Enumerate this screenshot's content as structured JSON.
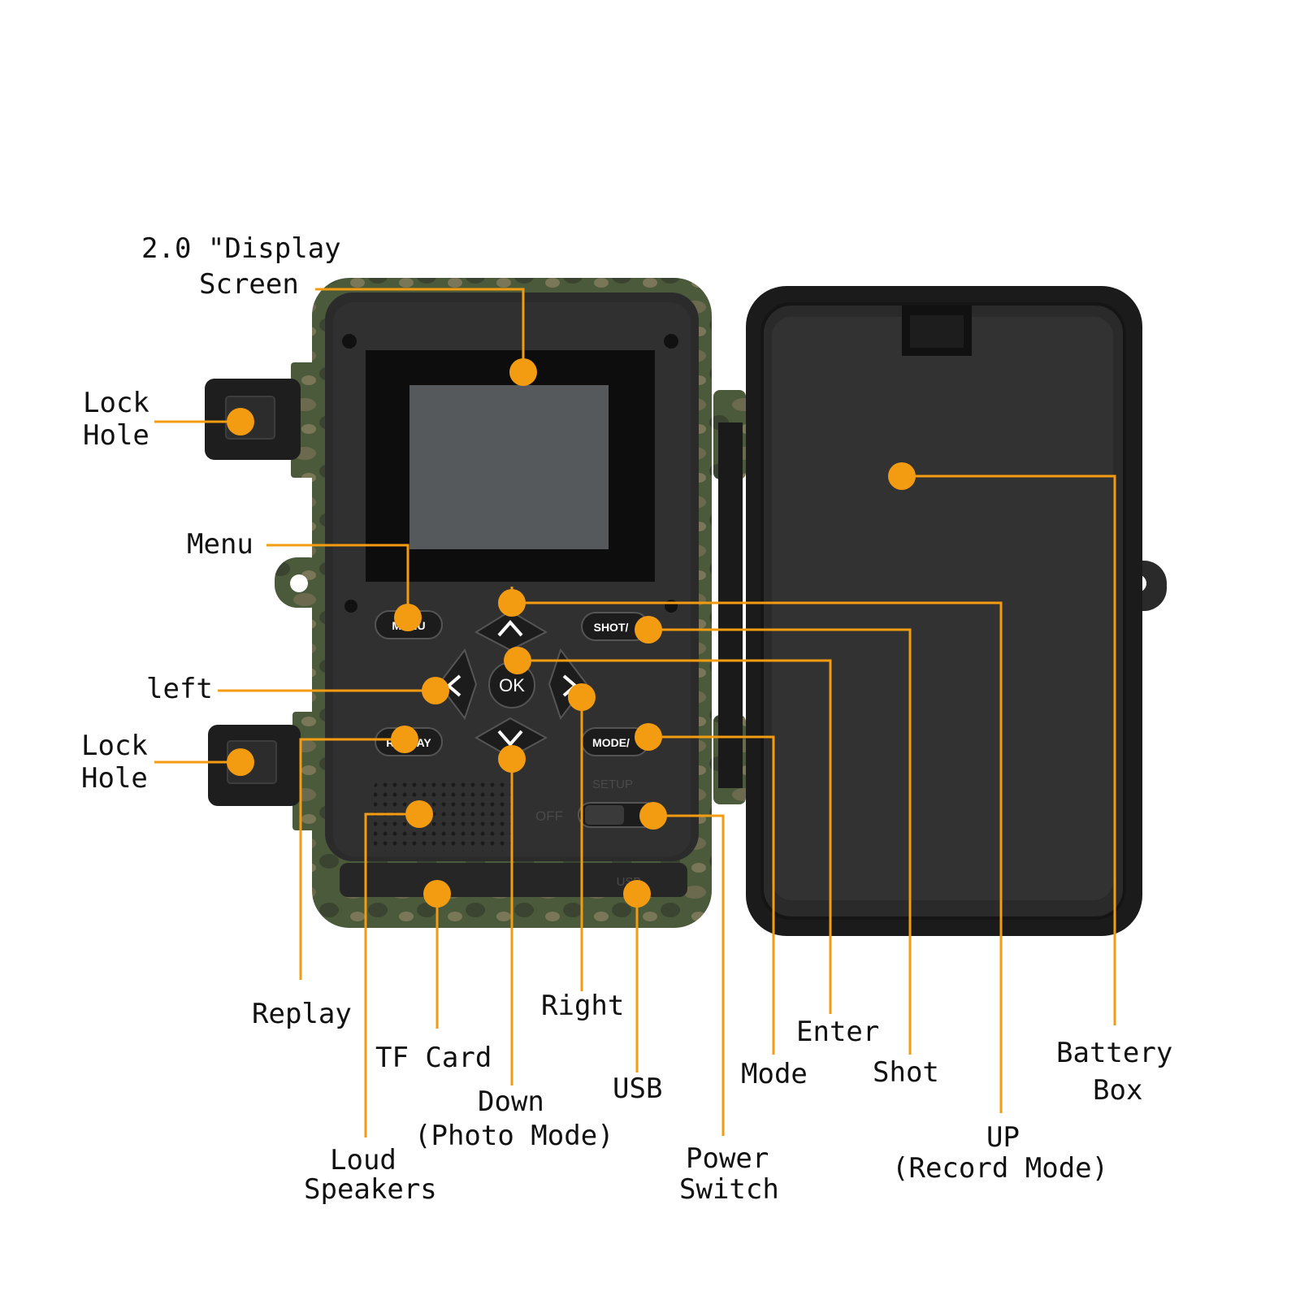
{
  "colors": {
    "callout": "#f39c12",
    "camo_green": "#4b5a3a",
    "body": "#2b2b2b",
    "screen_bezel": "#0d0d0d",
    "screen": "#55595c"
  },
  "device_buttons": {
    "menu": "MENU",
    "shot": "SHOT/",
    "replay": "REPLAY",
    "mode": "MODE/",
    "ok": "OK",
    "setup": "SETUP",
    "off": "OFF",
    "usb": "USB"
  },
  "labels": {
    "display_1": "2.0 \"Display",
    "display_2": "Screen",
    "lock_hole_top_1": "Lock",
    "lock_hole_top_2": "Hole",
    "menu": "Menu",
    "left": "left",
    "lock_hole_bottom_1": "Lock",
    "lock_hole_bottom_2": "Hole",
    "replay": "Replay",
    "tf_card": "TF Card",
    "right": "Right",
    "enter": "Enter",
    "battery_1": "Battery",
    "battery_2": "Box",
    "down_1": "Down",
    "down_2": "(Photo Mode)",
    "usb": "USB",
    "mode": "Mode",
    "shot": "Shot",
    "loud_1": "Loud",
    "loud_2": "Speakers",
    "power_1": "Power",
    "power_2": "Switch",
    "up_1": "UP",
    "up_2": "(Record Mode)"
  }
}
